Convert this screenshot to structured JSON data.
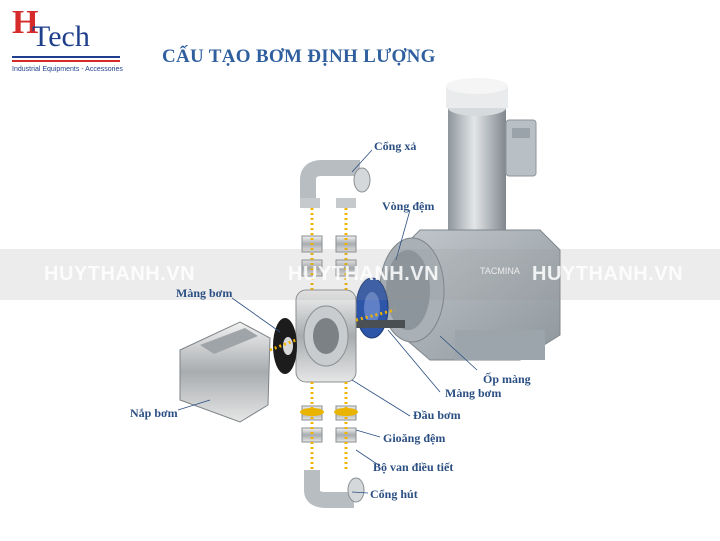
{
  "logo": {
    "letter": "H",
    "word": "Tech",
    "tagline": "Industrial Equipments - Accessories"
  },
  "title": "CẤU TẠO BƠM ĐỊNH LƯỢNG",
  "watermark": {
    "left": "HUYTHANH.VN",
    "center": "HUYTHANH.VN",
    "right": "HUYTHANH.VN"
  },
  "pump_brand": "TACMINA",
  "labels": {
    "cong_xa": "Cổng xả",
    "vong_dem": "Vòng đệm",
    "mang_bom_left": "Màng bơm",
    "op_mang": "Ốp màng",
    "mang_bom_right": "Màng bơm",
    "nap_bom": "Nắp bơm",
    "dau_bom": "Đầu bơm",
    "gioang_dem": "Gioăng đệm",
    "bo_van": "Bộ van điều tiết",
    "cong_hut": "Cổng hút"
  },
  "colors": {
    "title": "#2f5f9e",
    "label": "#2b4f82",
    "pump_gray": "#a9b1b7",
    "diaphragm_blue": "#2d55a8",
    "dotted_guides": "#f0b400"
  }
}
